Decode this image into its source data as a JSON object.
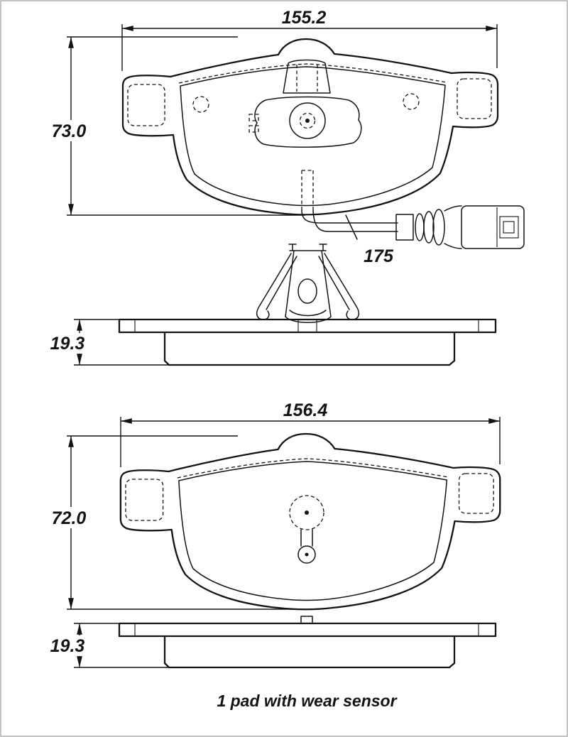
{
  "diagram": {
    "caption": "1 pad with wear sensor",
    "colors": {
      "line": "#141414",
      "background": "#ffffff"
    },
    "pads": [
      {
        "width": "155.2",
        "height": "73.0",
        "thickness": "19.3",
        "sensor_wire_length": "175"
      },
      {
        "width": "156.4",
        "height": "72.0",
        "thickness": "19.3"
      }
    ]
  }
}
